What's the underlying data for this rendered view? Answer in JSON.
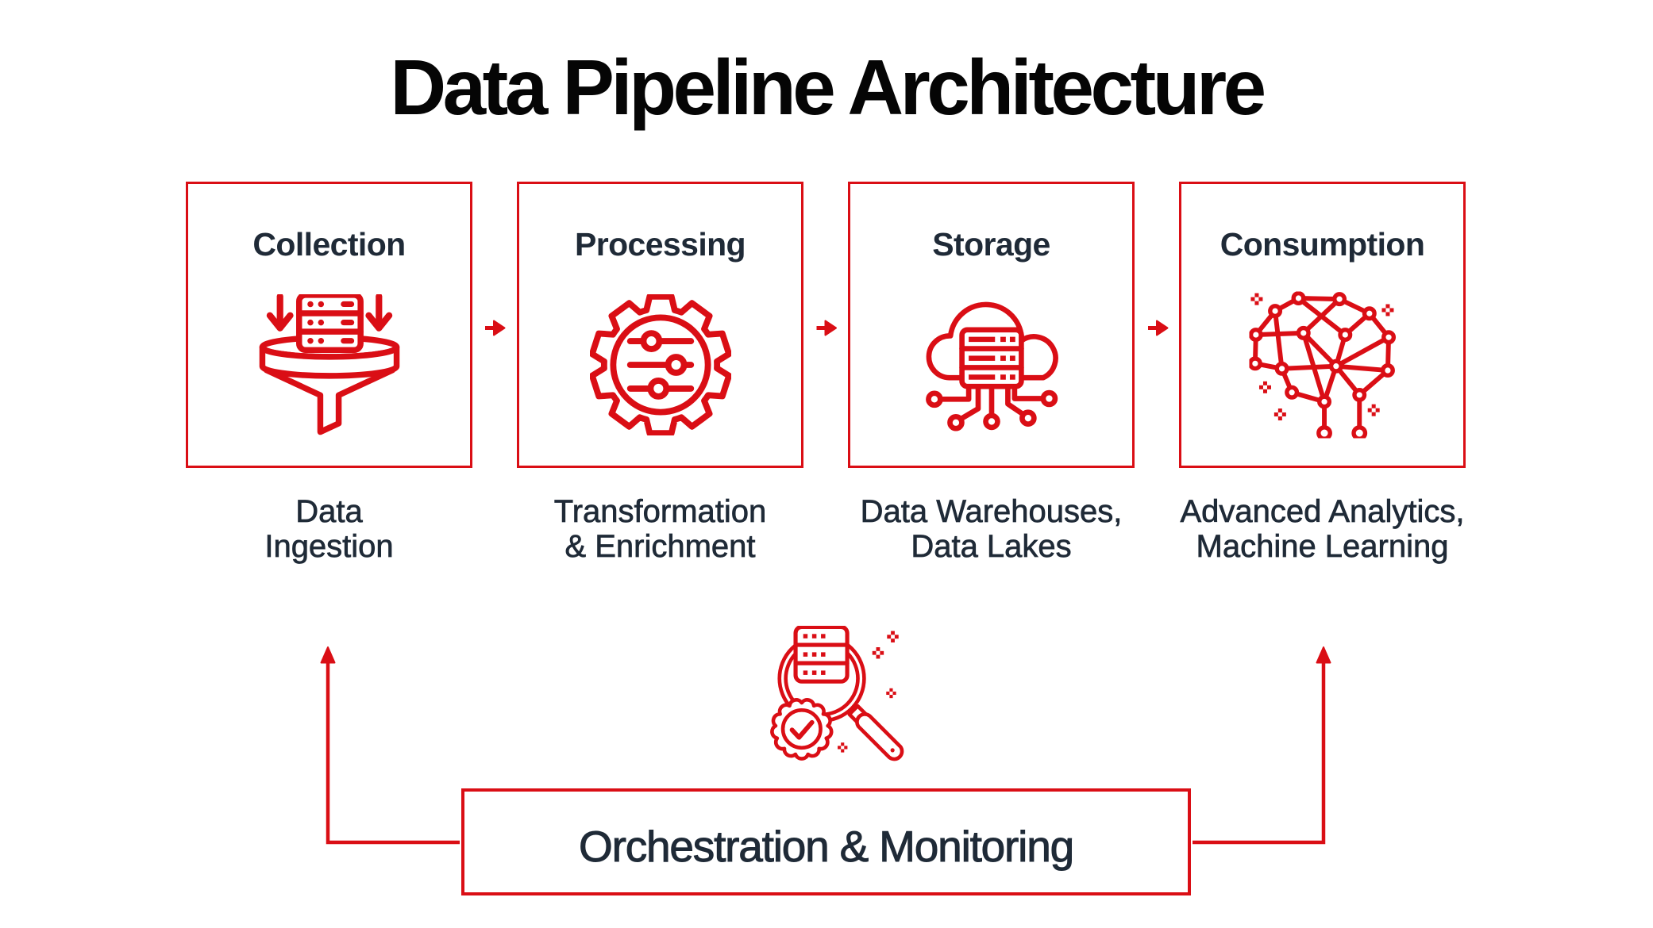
{
  "page": {
    "title": "Data Pipeline Architecture",
    "background_color": "#ffffff"
  },
  "colors": {
    "accent_red": "#da0e15",
    "text_dark": "#1f2a37",
    "title_black": "#050505"
  },
  "stages": [
    {
      "label": "Collection",
      "icon": "funnel-ingestion-icon",
      "caption_line1": "Data",
      "caption_line2": "Ingestion"
    },
    {
      "label": "Processing",
      "icon": "gear-sliders-icon",
      "caption_line1": "Transformation",
      "caption_line2": "& Enrichment"
    },
    {
      "label": "Storage",
      "icon": "cloud-server-icon",
      "caption_line1": "Data Warehouses,",
      "caption_line2": "Data Lakes"
    },
    {
      "label": "Consumption",
      "icon": "ai-brain-icon",
      "caption_line1": "Advanced Analytics,",
      "caption_line2": "Machine Learning"
    }
  ],
  "orchestration": {
    "label": "Orchestration & Monitoring",
    "icon": "monitoring-magnifier-icon"
  },
  "connectors": {
    "flow_arrow_icon": "right-arrow-icon",
    "flow_arrow_count": 3,
    "feedback_arrow_icon": "up-arrow-connector",
    "feedback_targets": [
      "Collection",
      "Consumption"
    ]
  }
}
